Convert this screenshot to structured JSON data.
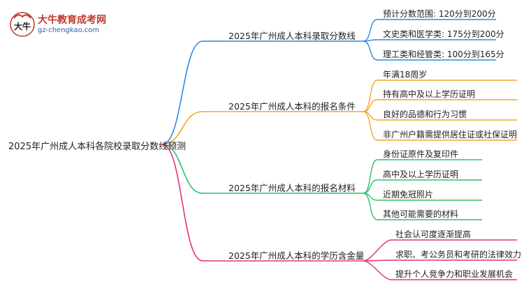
{
  "brand": {
    "name": "大牛教育成考网",
    "url": "gz-chengkao.com",
    "logo_text": "大牛"
  },
  "root": {
    "label": "2025年广州成人本科各院校录取分数线预测"
  },
  "branches": [
    {
      "label": "2025年广州成人本科录取分数线",
      "color": "#2f86e6",
      "leaves": [
        "预计分数范围: 120分到200分",
        "文史类和医学类: 175分到200分",
        "理工类和经管类: 100分到165分"
      ]
    },
    {
      "label": "2025年广州成人本科的报名条件",
      "color": "#f2a623",
      "leaves": [
        "年满18周岁",
        "持有高中及以上学历证明",
        "良好的品德和行为习惯",
        "非广州户籍需提供居住证或社保证明"
      ]
    },
    {
      "label": "2025年广州成人本科的报名材料",
      "color": "#2fbf6a",
      "leaves": [
        "身份证原件及复印件",
        "高中及以上学历证明",
        "近期免冠照片",
        "其他可能需要的材料"
      ]
    },
    {
      "label": "2025年广州成人本科的学历含金量",
      "color": "#e8307a",
      "leaves": [
        "社会认可度逐渐提高",
        "求职、考公务员和考研的法律效力",
        "提升个人竞争力和职业发展机会"
      ]
    }
  ]
}
